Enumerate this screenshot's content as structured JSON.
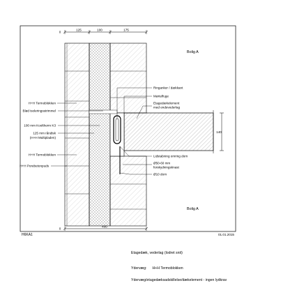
{
  "drawing": {
    "dims_top": [
      "0",
      "125",
      "100",
      "175"
    ],
    "dim_bottom": [
      "0",
      "400"
    ],
    "dim_right": "140",
    "room_top": "Bolig A",
    "room_bottom": "Bolig A",
    "code": "H6KA1",
    "date": "01.01.2015",
    "labels_left": [
      "H+H Termoblokken",
      "Blød isoleringsstrimmel",
      "100 mm Kooltherm  K3",
      "125 mm råndisk",
      "(H+H Multipladen)",
      "H+H Termoblokken",
      "H+H Porebetonpuds"
    ],
    "labels_right": [
      "Ringanker / dækkant",
      "Mørtelfuge",
      "Etagedækelement",
      "med endevederlag",
      "Lidstabning omring dorn",
      "Ø50-60 mm",
      "forskydningsknast",
      "Ø10 dorn"
    ]
  },
  "caption": {
    "title": "Etagedæk, vederlag (lodret snit)",
    "wall_label": "Ydervæg:",
    "wall_value": "H+H Termoblokken",
    "description": "Ydervæg/etagedæksadskillelse/dækelement - ingen lydkrav"
  }
}
